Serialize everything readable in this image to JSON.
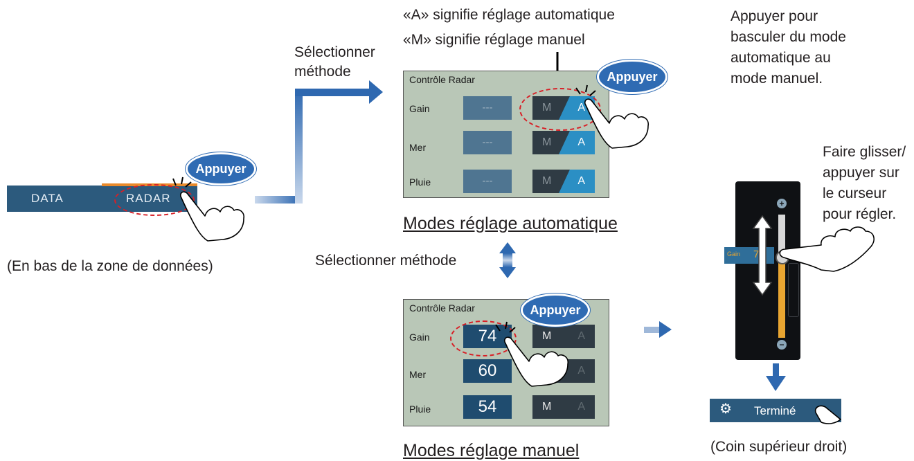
{
  "left": {
    "tabs": [
      "DATA",
      "RADAR"
    ],
    "tap_label": "Appuyer",
    "caption": "(En bas de la zone de données)",
    "select_method": "Sélectionner\nméthode"
  },
  "top_note": {
    "line1": "«A» signifie réglage automatique",
    "line2": "«M» signifie réglage manuel"
  },
  "auto_panel": {
    "title": "Contrôle Radar",
    "rows": [
      {
        "label": "Gain",
        "value": "---",
        "m": "M",
        "a": "A"
      },
      {
        "label": "Mer",
        "value": "---",
        "m": "M",
        "a": "A"
      },
      {
        "label": "Pluie",
        "value": "---",
        "m": "M",
        "a": "A"
      }
    ],
    "tap_label": "Appuyer",
    "caption": "Modes réglage automatique"
  },
  "middle": {
    "select_method": "Sélectionner méthode"
  },
  "manual_panel": {
    "title": "Contrôle Radar",
    "rows": [
      {
        "label": "Gain",
        "value": "74",
        "m": "M",
        "a": "A"
      },
      {
        "label": "Mer",
        "value": "60",
        "m": "M",
        "a": "A"
      },
      {
        "label": "Pluie",
        "value": "54",
        "m": "M",
        "a": "A"
      }
    ],
    "tap_label": "Appuyer",
    "caption": "Modes réglage manuel"
  },
  "right": {
    "note1": [
      "Appuyer pour",
      "basculer du mode",
      "automatique au",
      "mode manuel."
    ],
    "note2": [
      "Faire glisser/",
      "appuyer sur",
      "le curseur",
      "pour régler."
    ],
    "slider_label": "Gain",
    "slider_value": "74",
    "slider_level": 0.66,
    "plus": "+",
    "minus": "−",
    "done_label": "Terminé",
    "done_caption": "(Coin supérieur droit)"
  },
  "colors": {
    "bar": "#2c5a7d",
    "accent": "#e98a2b",
    "arrow": "#2e68b0",
    "highlight": "#d81f26",
    "bubble": "#2f6bb3"
  }
}
